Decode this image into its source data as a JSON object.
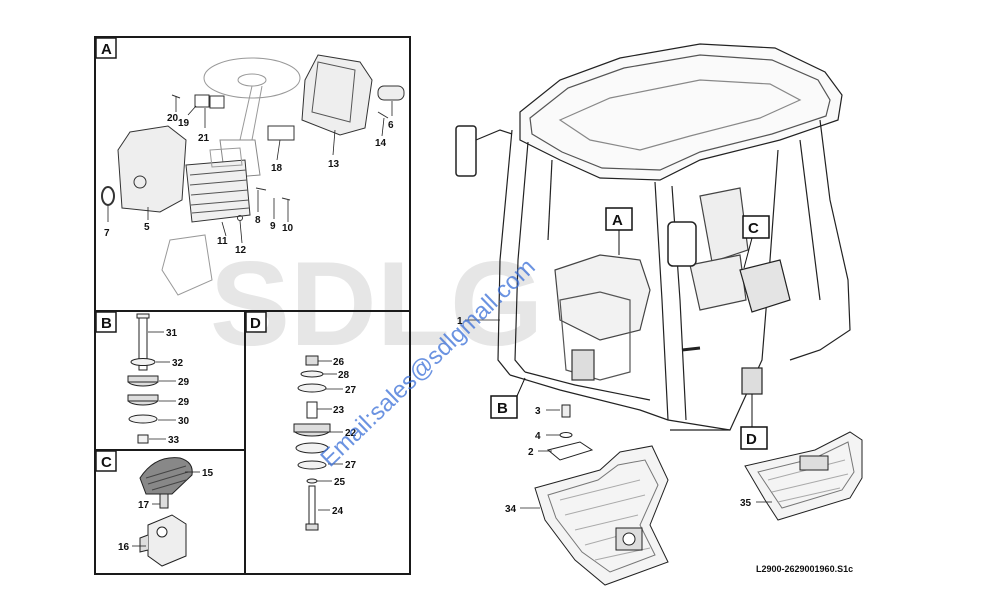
{
  "panels": {
    "A": {
      "label": "A",
      "parts": [
        "20",
        "19",
        "21",
        "18",
        "13",
        "14",
        "6",
        "7",
        "5",
        "11",
        "12",
        "8",
        "9",
        "10"
      ]
    },
    "B": {
      "label": "B",
      "parts": [
        "31",
        "32",
        "29",
        "29",
        "30",
        "33"
      ]
    },
    "C": {
      "label": "C",
      "parts": [
        "15",
        "17",
        "16"
      ]
    },
    "D": {
      "label": "D",
      "parts": [
        "26",
        "28",
        "27",
        "23",
        "22",
        "27",
        "25",
        "24"
      ]
    }
  },
  "callouts": {
    "A": "A",
    "B": "B",
    "C": "C",
    "D": "D"
  },
  "main_parts": [
    "1",
    "3",
    "4",
    "2",
    "34",
    "35"
  ],
  "drawing_code": "L2900-2629001960.S1c",
  "watermark": {
    "email": "Email:sales@sdlgmall.com",
    "logo": "SDLG"
  },
  "colors": {
    "line": "#1a1a1a",
    "watermark_blue": "#3a6fd8",
    "watermark_logo": "#e6e6e6"
  }
}
